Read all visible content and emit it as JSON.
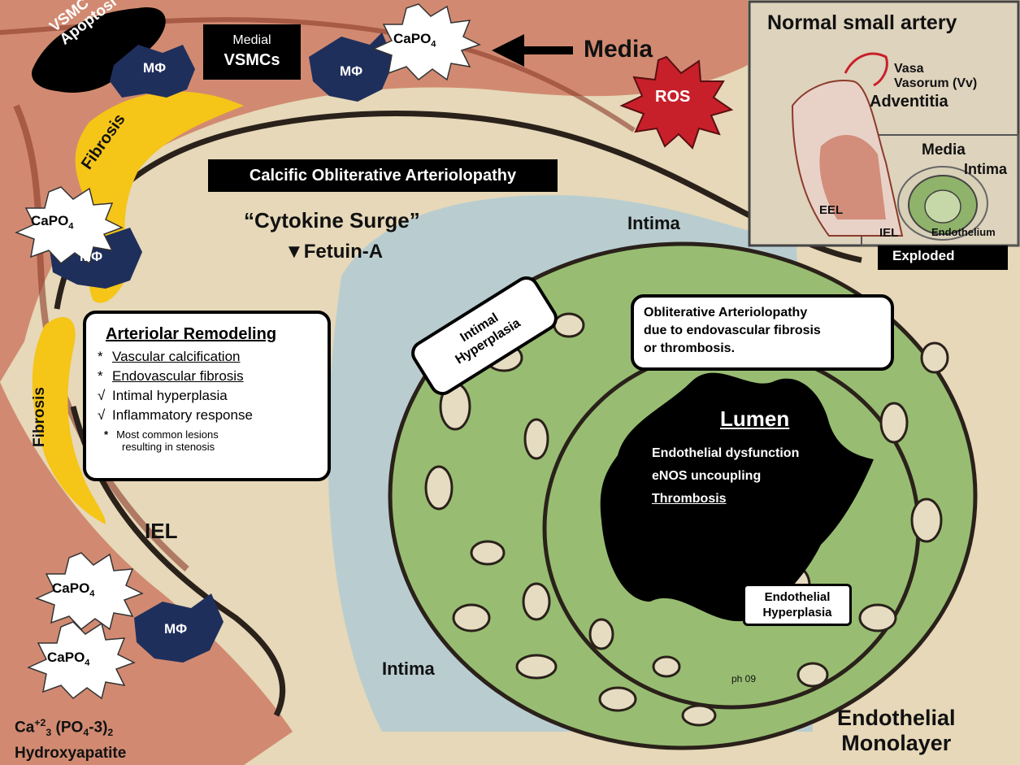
{
  "labels": {
    "media": "Media",
    "ros": "ROS",
    "vsmc_apoptosis": "VSMC Apoptosi s",
    "medial_vsmcs_1": "Medial",
    "medial_vsmcs_2": "VSMCs",
    "macrophage": "MΦ",
    "fibrosis": "Fibrosis",
    "capo4": "CaPO",
    "capo4_sub": "4",
    "calcific_title": "Calcific Obliterative Arteriolopathy",
    "cytokine_surge": "“Cytokine Surge”",
    "fetuin": "▼Fetuin-A",
    "intima": "Intima",
    "iel": "IEL",
    "intimal_hyperplasia_1": "Intimal",
    "intimal_hyperplasia_2": "Hyperplasia",
    "endothelial_monolayer_1": "Endothelial",
    "endothelial_monolayer_2": "Monolayer",
    "ph": "ph 09",
    "formula_ca": "Ca",
    "formula_sup": "+2",
    "formula_sub3": "3",
    "formula_po": " (PO",
    "formula_sub4": "4",
    "formula_rest": "-3)",
    "formula_sub2": "2",
    "hydroxyapatite": "Hydroxyapatite"
  },
  "remodeling_box": {
    "title": "Arteriolar Remodeling",
    "items": [
      {
        "bullet": "*",
        "text": "Vascular calcification",
        "underline": true
      },
      {
        "bullet": "*",
        "text": "Endovascular fibrosis",
        "underline": true
      },
      {
        "bullet": "√",
        "text": "Intimal hyperplasia",
        "underline": false
      },
      {
        "bullet": "√",
        "text": "Inflammatory response",
        "underline": false
      }
    ],
    "footnote_bullet": "*",
    "footnote_1": "Most common lesions",
    "footnote_2": "resulting in stenosis"
  },
  "obliterative_box": {
    "line1": "Obliterative Arteriolopathy",
    "line2": "due to endovascular fibrosis",
    "line3": "or thrombosis."
  },
  "lumen": {
    "title": "Lumen",
    "line1": "Endothelial dysfunction",
    "line2": "eNOS uncoupling",
    "line3": "Thrombosis"
  },
  "endothelial_hyperplasia": {
    "line1": "Endothelial",
    "line2": "Hyperplasia"
  },
  "inset": {
    "title": "Normal small artery",
    "vasa_1": "Vasa",
    "vasa_2": "Vasorum (Vv)",
    "adventitia": "Adventitia",
    "media": "Media",
    "intima": "Intima",
    "eel": "EEL",
    "iel": "IEL",
    "endothelium": "Endothelium",
    "exploded": "Exploded"
  },
  "colors": {
    "background": "#e8dcc0",
    "intima_blue": "#9cc3d6",
    "endothelium_green": "#8fb36a",
    "fibrosis_yellow": "#f5c518",
    "macrophage": "#1f2f5c",
    "ros_red": "#c8202a",
    "media_red": "#b84a3a"
  }
}
